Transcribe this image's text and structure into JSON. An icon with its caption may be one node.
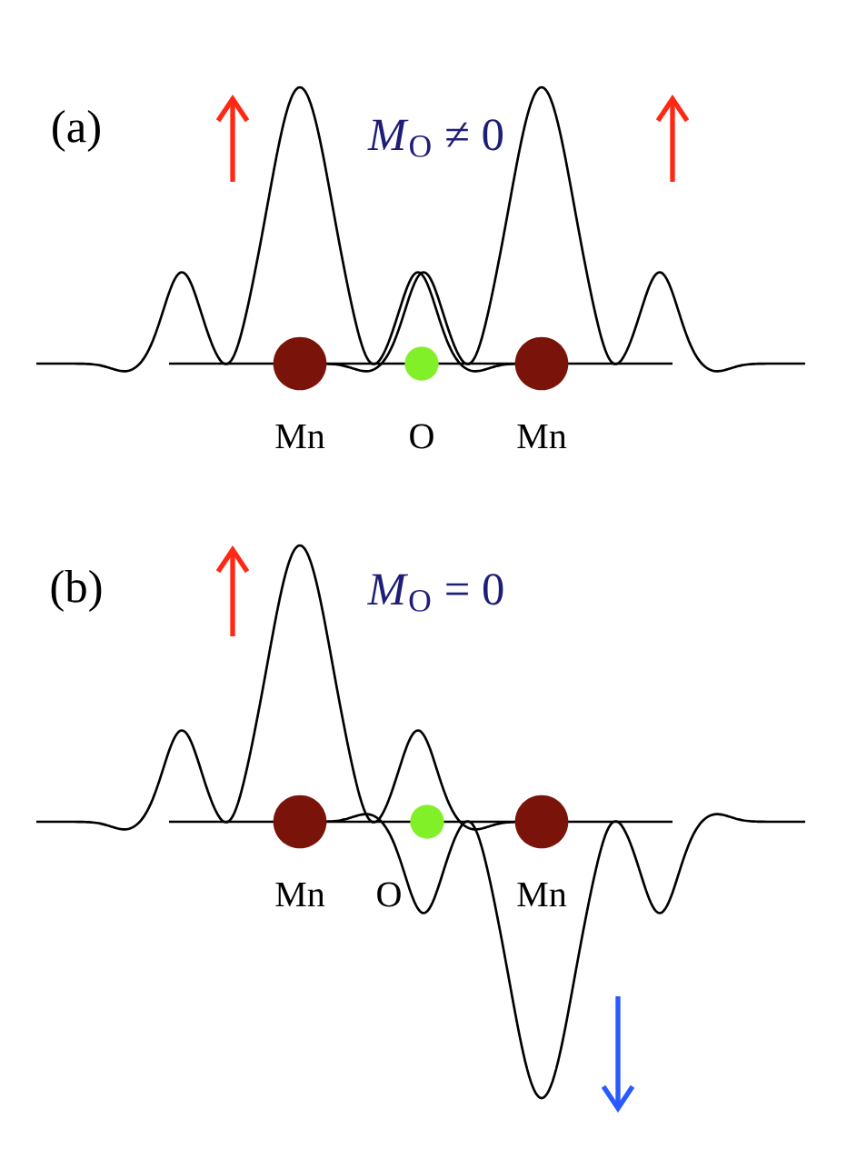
{
  "diagram": {
    "nodes": [
      {
        "text": [
          "Mn"
        ]
      },
      {
        "text": [
          "O"
        ]
      },
      {
        "text": [
          "Mn"
        ]
      },
      {
        "text": [
          "Mn"
        ]
      },
      {
        "text": [
          "O"
        ]
      },
      {
        "text": [
          "Mn"
        ]
      }
    ],
    "labels": [
      "(a)",
      "*M*$_{O}$ ≠ 0",
      "(b)",
      "*M*$_{O}$ = 0"
    ]
  }
}
